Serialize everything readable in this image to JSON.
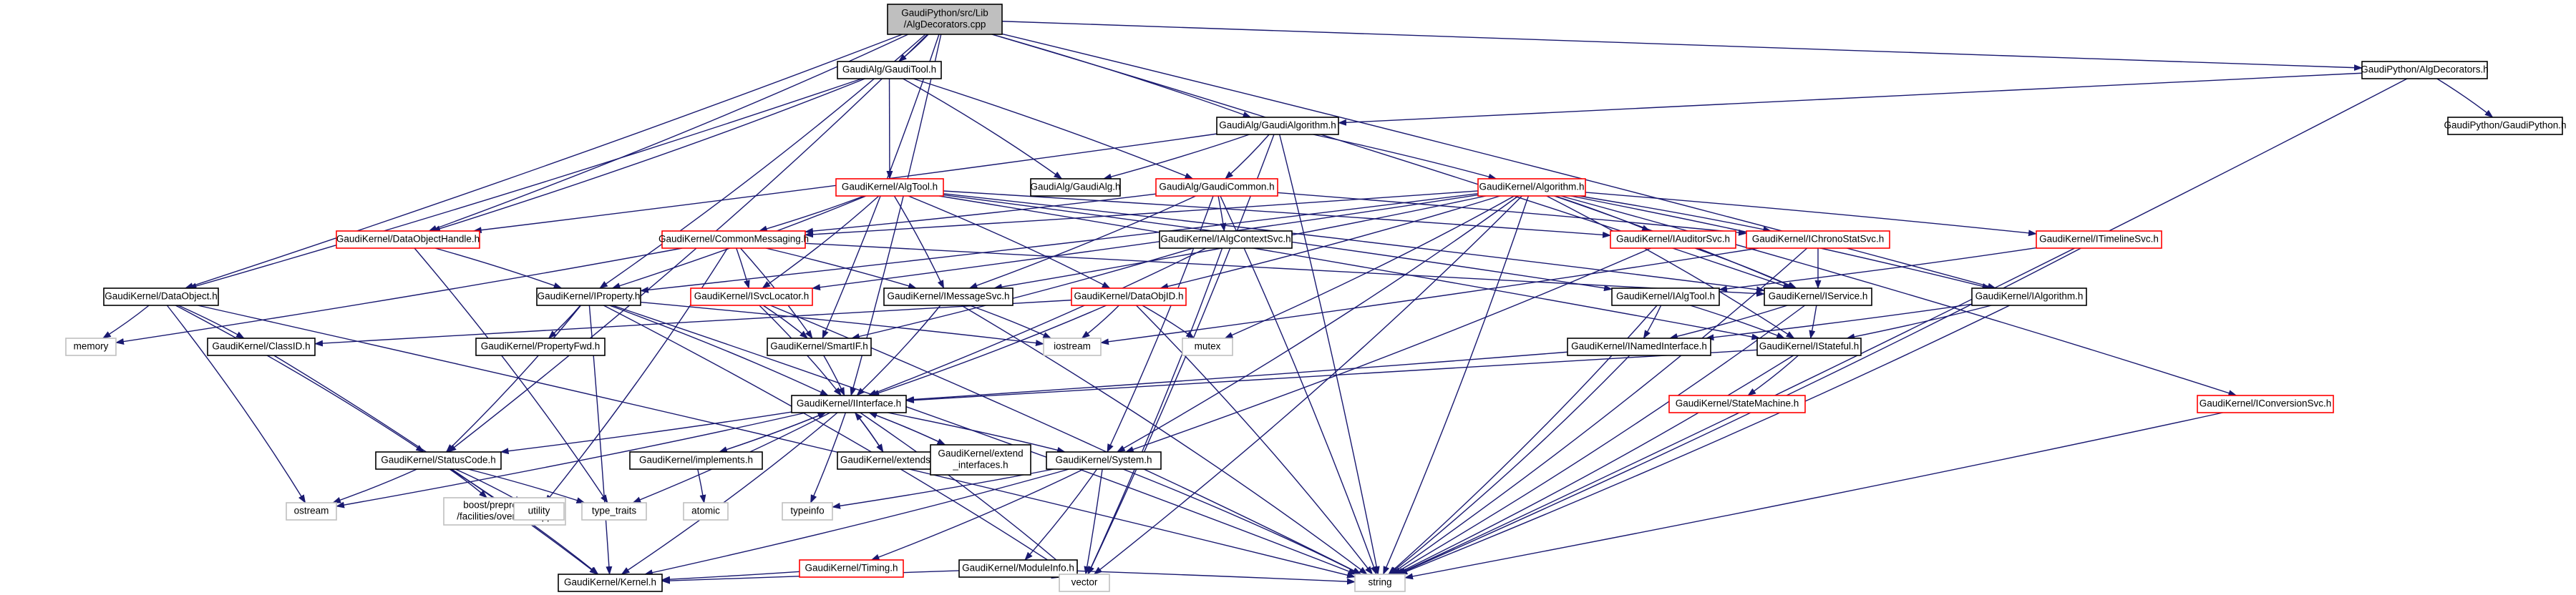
{
  "colors": {
    "edge": "#191970",
    "node_fill": "#ffffff",
    "node_stroke": "#000000",
    "linked_stroke": "#ff0000",
    "root_fill": "#bfbfbf",
    "external_stroke": "#bfbfbf",
    "text": "#000000"
  },
  "nodes": [
    {
      "id": "root",
      "lines": [
        "GaudiPython/src/Lib",
        "/AlgDecorators.cpp"
      ],
      "kind": "root"
    },
    {
      "id": "gauditool",
      "lines": [
        "GaudiAlg/GaudiTool.h"
      ],
      "kind": "normal"
    },
    {
      "id": "gaudipyalgdec",
      "lines": [
        "GaudiPython/AlgDecorators.h"
      ],
      "kind": "normal"
    },
    {
      "id": "gaudialgorithm",
      "lines": [
        "GaudiAlg/GaudiAlgorithm.h"
      ],
      "kind": "normal"
    },
    {
      "id": "gaudipython",
      "lines": [
        "GaudiPython/GaudiPython.h"
      ],
      "kind": "normal"
    },
    {
      "id": "algtool",
      "lines": [
        "GaudiKernel/AlgTool.h"
      ],
      "kind": "linked"
    },
    {
      "id": "gaudialg",
      "lines": [
        "GaudiAlg/GaudiAlg.h"
      ],
      "kind": "normal"
    },
    {
      "id": "gaudicommon",
      "lines": [
        "GaudiAlg/GaudiCommon.h"
      ],
      "kind": "linked"
    },
    {
      "id": "algorithm",
      "lines": [
        "GaudiKernel/Algorithm.h"
      ],
      "kind": "linked"
    },
    {
      "id": "dataobjecthandle",
      "lines": [
        "GaudiKernel/DataObjectHandle.h"
      ],
      "kind": "linked"
    },
    {
      "id": "commonmessaging",
      "lines": [
        "GaudiKernel/CommonMessaging.h"
      ],
      "kind": "linked"
    },
    {
      "id": "ialgcontextsvc",
      "lines": [
        "GaudiKernel/IAlgContextSvc.h"
      ],
      "kind": "normal"
    },
    {
      "id": "iauditorsvc",
      "lines": [
        "GaudiKernel/IAuditorSvc.h"
      ],
      "kind": "linked"
    },
    {
      "id": "ichronostatsvc",
      "lines": [
        "GaudiKernel/IChronoStatSvc.h"
      ],
      "kind": "linked"
    },
    {
      "id": "itimelinesvc",
      "lines": [
        "GaudiKernel/ITimelineSvc.h"
      ],
      "kind": "linked"
    },
    {
      "id": "dataobject",
      "lines": [
        "GaudiKernel/DataObject.h"
      ],
      "kind": "normal"
    },
    {
      "id": "iproperty",
      "lines": [
        "GaudiKernel/IProperty.h"
      ],
      "kind": "normal"
    },
    {
      "id": "isvclocator",
      "lines": [
        "GaudiKernel/ISvcLocator.h"
      ],
      "kind": "linked"
    },
    {
      "id": "imessagesvc",
      "lines": [
        "GaudiKernel/IMessageSvc.h"
      ],
      "kind": "normal"
    },
    {
      "id": "dataobjid",
      "lines": [
        "GaudiKernel/DataObjID.h"
      ],
      "kind": "linked"
    },
    {
      "id": "ialgtool",
      "lines": [
        "GaudiKernel/IAlgTool.h"
      ],
      "kind": "normal"
    },
    {
      "id": "iservice",
      "lines": [
        "GaudiKernel/IService.h"
      ],
      "kind": "normal"
    },
    {
      "id": "ialgorithm",
      "lines": [
        "GaudiKernel/IAlgorithm.h"
      ],
      "kind": "normal"
    },
    {
      "id": "memory",
      "lines": [
        "memory"
      ],
      "kind": "external"
    },
    {
      "id": "classid",
      "lines": [
        "GaudiKernel/ClassID.h"
      ],
      "kind": "normal"
    },
    {
      "id": "propertyfwd",
      "lines": [
        "GaudiKernel/PropertyFwd.h"
      ],
      "kind": "normal"
    },
    {
      "id": "smartif",
      "lines": [
        "GaudiKernel/SmartIF.h"
      ],
      "kind": "normal"
    },
    {
      "id": "iostream",
      "lines": [
        "iostream"
      ],
      "kind": "external"
    },
    {
      "id": "mutex",
      "lines": [
        "mutex"
      ],
      "kind": "external"
    },
    {
      "id": "inamedinterface",
      "lines": [
        "GaudiKernel/INamedInterface.h"
      ],
      "kind": "normal"
    },
    {
      "id": "istateful",
      "lines": [
        "GaudiKernel/IStateful.h"
      ],
      "kind": "normal"
    },
    {
      "id": "iinterface",
      "lines": [
        "GaudiKernel/IInterface.h"
      ],
      "kind": "normal"
    },
    {
      "id": "statemachine",
      "lines": [
        "GaudiKernel/StateMachine.h"
      ],
      "kind": "linked"
    },
    {
      "id": "iconversionsvc",
      "lines": [
        "GaudiKernel/IConversionSvc.h"
      ],
      "kind": "linked"
    },
    {
      "id": "implements",
      "lines": [
        "GaudiKernel/implements.h"
      ],
      "kind": "normal"
    },
    {
      "id": "statuscode",
      "lines": [
        "GaudiKernel/StatusCode.h"
      ],
      "kind": "normal"
    },
    {
      "id": "extends",
      "lines": [
        "GaudiKernel/extends.h"
      ],
      "kind": "normal"
    },
    {
      "id": "extendinterfaces",
      "lines": [
        "GaudiKernel/extend",
        "_interfaces.h"
      ],
      "kind": "normal"
    },
    {
      "id": "system",
      "lines": [
        "GaudiKernel/System.h"
      ],
      "kind": "normal"
    },
    {
      "id": "ostream",
      "lines": [
        "ostream"
      ],
      "kind": "external"
    },
    {
      "id": "boostpp",
      "lines": [
        "boost/preprocessor",
        "/facilities/overload.hpp"
      ],
      "kind": "external"
    },
    {
      "id": "utility",
      "lines": [
        "utility"
      ],
      "kind": "external"
    },
    {
      "id": "typetraits",
      "lines": [
        "type_traits"
      ],
      "kind": "external"
    },
    {
      "id": "atomic",
      "lines": [
        "atomic"
      ],
      "kind": "external"
    },
    {
      "id": "typeinfo",
      "lines": [
        "typeinfo"
      ],
      "kind": "external"
    },
    {
      "id": "timing",
      "lines": [
        "GaudiKernel/Timing.h"
      ],
      "kind": "linked"
    },
    {
      "id": "moduleinfo",
      "lines": [
        "GaudiKernel/ModuleInfo.h"
      ],
      "kind": "normal"
    },
    {
      "id": "kernel",
      "lines": [
        "GaudiKernel/Kernel.h"
      ],
      "kind": "normal"
    },
    {
      "id": "vector",
      "lines": [
        "vector"
      ],
      "kind": "external"
    },
    {
      "id": "string",
      "lines": [
        "string"
      ],
      "kind": "external"
    }
  ],
  "edges": [
    [
      "root",
      "gauditool"
    ],
    [
      "root",
      "gaudipyalgdec"
    ],
    [
      "root",
      "gaudialgorithm"
    ],
    [
      "root",
      "dataobject"
    ],
    [
      "root",
      "iproperty"
    ],
    [
      "root",
      "smartif"
    ],
    [
      "root",
      "dataobjecthandle"
    ],
    [
      "root",
      "ialgorithm"
    ],
    [
      "root",
      "iservice"
    ],
    [
      "root",
      "iinterface"
    ],
    [
      "root",
      "statuscode"
    ],
    [
      "gaudipyalgdec",
      "gaudialgorithm"
    ],
    [
      "gaudipyalgdec",
      "gaudipython"
    ],
    [
      "gaudipyalgdec",
      "string"
    ],
    [
      "gauditool",
      "algtool"
    ],
    [
      "gauditool",
      "gaudialg"
    ],
    [
      "gauditool",
      "gaudicommon"
    ],
    [
      "gauditool",
      "dataobjecthandle"
    ],
    [
      "gauditool",
      "dataobject"
    ],
    [
      "gaudialgorithm",
      "gaudialg"
    ],
    [
      "gaudialgorithm",
      "gaudicommon"
    ],
    [
      "gaudialgorithm",
      "algorithm"
    ],
    [
      "gaudialgorithm",
      "vector"
    ],
    [
      "gaudialgorithm",
      "string"
    ],
    [
      "gaudialgorithm",
      "dataobjecthandle"
    ],
    [
      "algtool",
      "commonmessaging"
    ],
    [
      "algtool",
      "iproperty"
    ],
    [
      "algtool",
      "ialgtool"
    ],
    [
      "algtool",
      "iservice"
    ],
    [
      "algtool",
      "imessagesvc"
    ],
    [
      "algtool",
      "isvclocator"
    ],
    [
      "algtool",
      "iauditorsvc"
    ],
    [
      "algtool",
      "dataobjid"
    ],
    [
      "algtool",
      "istateful"
    ],
    [
      "gaudicommon",
      "ialgcontextsvc"
    ],
    [
      "gaudicommon",
      "ichronostatsvc"
    ],
    [
      "gaudicommon",
      "imessagesvc"
    ],
    [
      "gaudicommon",
      "system"
    ],
    [
      "gaudicommon",
      "commonmessaging"
    ],
    [
      "gaudicommon",
      "string"
    ],
    [
      "algorithm",
      "ialgorithm"
    ],
    [
      "algorithm",
      "iservice"
    ],
    [
      "algorithm",
      "iauditorsvc"
    ],
    [
      "algorithm",
      "ichronostatsvc"
    ],
    [
      "algorithm",
      "itimelinesvc"
    ],
    [
      "algorithm",
      "iconversionsvc"
    ],
    [
      "algorithm",
      "commonmessaging"
    ],
    [
      "algorithm",
      "dataobjid"
    ],
    [
      "algorithm",
      "isvclocator"
    ],
    [
      "algorithm",
      "imessagesvc"
    ],
    [
      "algorithm",
      "mutex"
    ],
    [
      "algorithm",
      "vector"
    ],
    [
      "algorithm",
      "string"
    ],
    [
      "algorithm",
      "iproperty"
    ],
    [
      "algorithm",
      "system"
    ],
    [
      "algorithm",
      "istateful"
    ],
    [
      "dataobjecthandle",
      "iproperty"
    ],
    [
      "dataobjecthandle",
      "typetraits"
    ],
    [
      "commonmessaging",
      "imessagesvc"
    ],
    [
      "commonmessaging",
      "isvclocator"
    ],
    [
      "commonmessaging",
      "smartif"
    ],
    [
      "commonmessaging",
      "utility"
    ],
    [
      "commonmessaging",
      "memory"
    ],
    [
      "commonmessaging",
      "iservice"
    ],
    [
      "ialgcontextsvc",
      "iinterface"
    ],
    [
      "ialgcontextsvc",
      "vector"
    ],
    [
      "ialgcontextsvc",
      "smartif"
    ],
    [
      "iauditorsvc",
      "iservice"
    ],
    [
      "iauditorsvc",
      "system"
    ],
    [
      "ichronostatsvc",
      "iservice"
    ],
    [
      "ichronostatsvc",
      "string"
    ],
    [
      "ichronostatsvc",
      "iostream"
    ],
    [
      "itimelinesvc",
      "ialgtool"
    ],
    [
      "itimelinesvc",
      "string"
    ],
    [
      "dataobject",
      "classid"
    ],
    [
      "dataobject",
      "memory"
    ],
    [
      "dataobject",
      "ostream"
    ],
    [
      "dataobject",
      "statuscode"
    ],
    [
      "dataobject",
      "string"
    ],
    [
      "iproperty",
      "iinterface"
    ],
    [
      "iproperty",
      "propertyfwd"
    ],
    [
      "iproperty",
      "iostream"
    ],
    [
      "iproperty",
      "string"
    ],
    [
      "iproperty",
      "vector"
    ],
    [
      "iproperty",
      "kernel"
    ],
    [
      "iproperty",
      "statuscode"
    ],
    [
      "isvclocator",
      "smartif"
    ],
    [
      "isvclocator",
      "iinterface"
    ],
    [
      "isvclocator",
      "string"
    ],
    [
      "imessagesvc",
      "iinterface"
    ],
    [
      "imessagesvc",
      "iostream"
    ],
    [
      "imessagesvc",
      "string"
    ],
    [
      "dataobjid",
      "classid"
    ],
    [
      "dataobjid",
      "iostream"
    ],
    [
      "dataobjid",
      "mutex"
    ],
    [
      "dataobjid",
      "string"
    ],
    [
      "dataobjid",
      "iinterface"
    ],
    [
      "ialgtool",
      "inamedinterface"
    ],
    [
      "ialgtool",
      "istateful"
    ],
    [
      "ialgtool",
      "string"
    ],
    [
      "iservice",
      "inamedinterface"
    ],
    [
      "iservice",
      "istateful"
    ],
    [
      "iservice",
      "string"
    ],
    [
      "ialgorithm",
      "inamedinterface"
    ],
    [
      "ialgorithm",
      "istateful"
    ],
    [
      "ialgorithm",
      "string"
    ],
    [
      "classid",
      "kernel"
    ],
    [
      "smartif",
      "iinterface"
    ],
    [
      "inamedinterface",
      "iinterface"
    ],
    [
      "inamedinterface",
      "string"
    ],
    [
      "istateful",
      "iinterface"
    ],
    [
      "istateful",
      "statemachine"
    ],
    [
      "istateful",
      "string"
    ],
    [
      "iconversionsvc",
      "string"
    ],
    [
      "iinterface",
      "implements"
    ],
    [
      "iinterface",
      "extends"
    ],
    [
      "iinterface",
      "extendinterfaces"
    ],
    [
      "iinterface",
      "system"
    ],
    [
      "iinterface",
      "statuscode"
    ],
    [
      "iinterface",
      "kernel"
    ],
    [
      "iinterface",
      "ostream"
    ],
    [
      "iinterface",
      "typeinfo"
    ],
    [
      "iinterface",
      "typetraits"
    ],
    [
      "iinterface",
      "vector"
    ],
    [
      "implements",
      "iinterface"
    ],
    [
      "implements",
      "atomic"
    ],
    [
      "extends",
      "iinterface"
    ],
    [
      "extendinterfaces",
      "iinterface"
    ],
    [
      "statuscode",
      "ostream"
    ],
    [
      "statuscode",
      "boostpp"
    ],
    [
      "statuscode",
      "utility"
    ],
    [
      "statuscode",
      "typetraits"
    ],
    [
      "statuscode",
      "kernel"
    ],
    [
      "system",
      "moduleinfo"
    ],
    [
      "system",
      "timing"
    ],
    [
      "system",
      "typeinfo"
    ],
    [
      "system",
      "kernel"
    ],
    [
      "system",
      "string"
    ],
    [
      "system",
      "vector"
    ],
    [
      "timing",
      "kernel"
    ],
    [
      "moduleinfo",
      "kernel"
    ],
    [
      "moduleinfo",
      "string"
    ],
    [
      "moduleinfo",
      "vector"
    ]
  ]
}
